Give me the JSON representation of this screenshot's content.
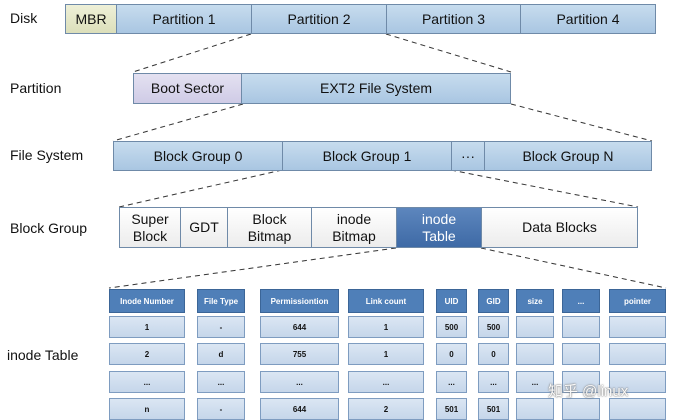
{
  "labels": {
    "disk": "Disk",
    "partition": "Partition",
    "file_system": "File System",
    "block_group": "Block Group",
    "inode_table": "inode Table"
  },
  "disk": [
    "MBR",
    "Partition 1",
    "Partition 2",
    "Partition 3",
    "Partition 4"
  ],
  "partition": [
    "Boot Sector",
    "EXT2 File System"
  ],
  "file_system": [
    "Block Group 0",
    "Block Group 1",
    "···",
    "Block Group N"
  ],
  "block_group": [
    [
      "Super",
      "Block"
    ],
    [
      "GDT"
    ],
    [
      "Block",
      "Bitmap"
    ],
    [
      "inode",
      "Bitmap"
    ],
    [
      "inode",
      "Table"
    ],
    [
      "Data Blocks"
    ]
  ],
  "table": {
    "headers": [
      "Inode Number",
      "File Type",
      "Permissiontion",
      "Link count",
      "UID",
      "GID",
      "size",
      "...",
      "pointer"
    ],
    "rows": [
      [
        "1",
        "-",
        "644",
        "1",
        "500",
        "500",
        "",
        "",
        ""
      ],
      [
        "2",
        "d",
        "755",
        "1",
        "0",
        "0",
        "",
        "",
        ""
      ],
      [
        "...",
        "...",
        "...",
        "...",
        "...",
        "...",
        "...",
        "",
        ""
      ],
      [
        "n",
        "-",
        "644",
        "2",
        "501",
        "501",
        "",
        "",
        ""
      ]
    ]
  },
  "watermark": "知乎 @linux"
}
